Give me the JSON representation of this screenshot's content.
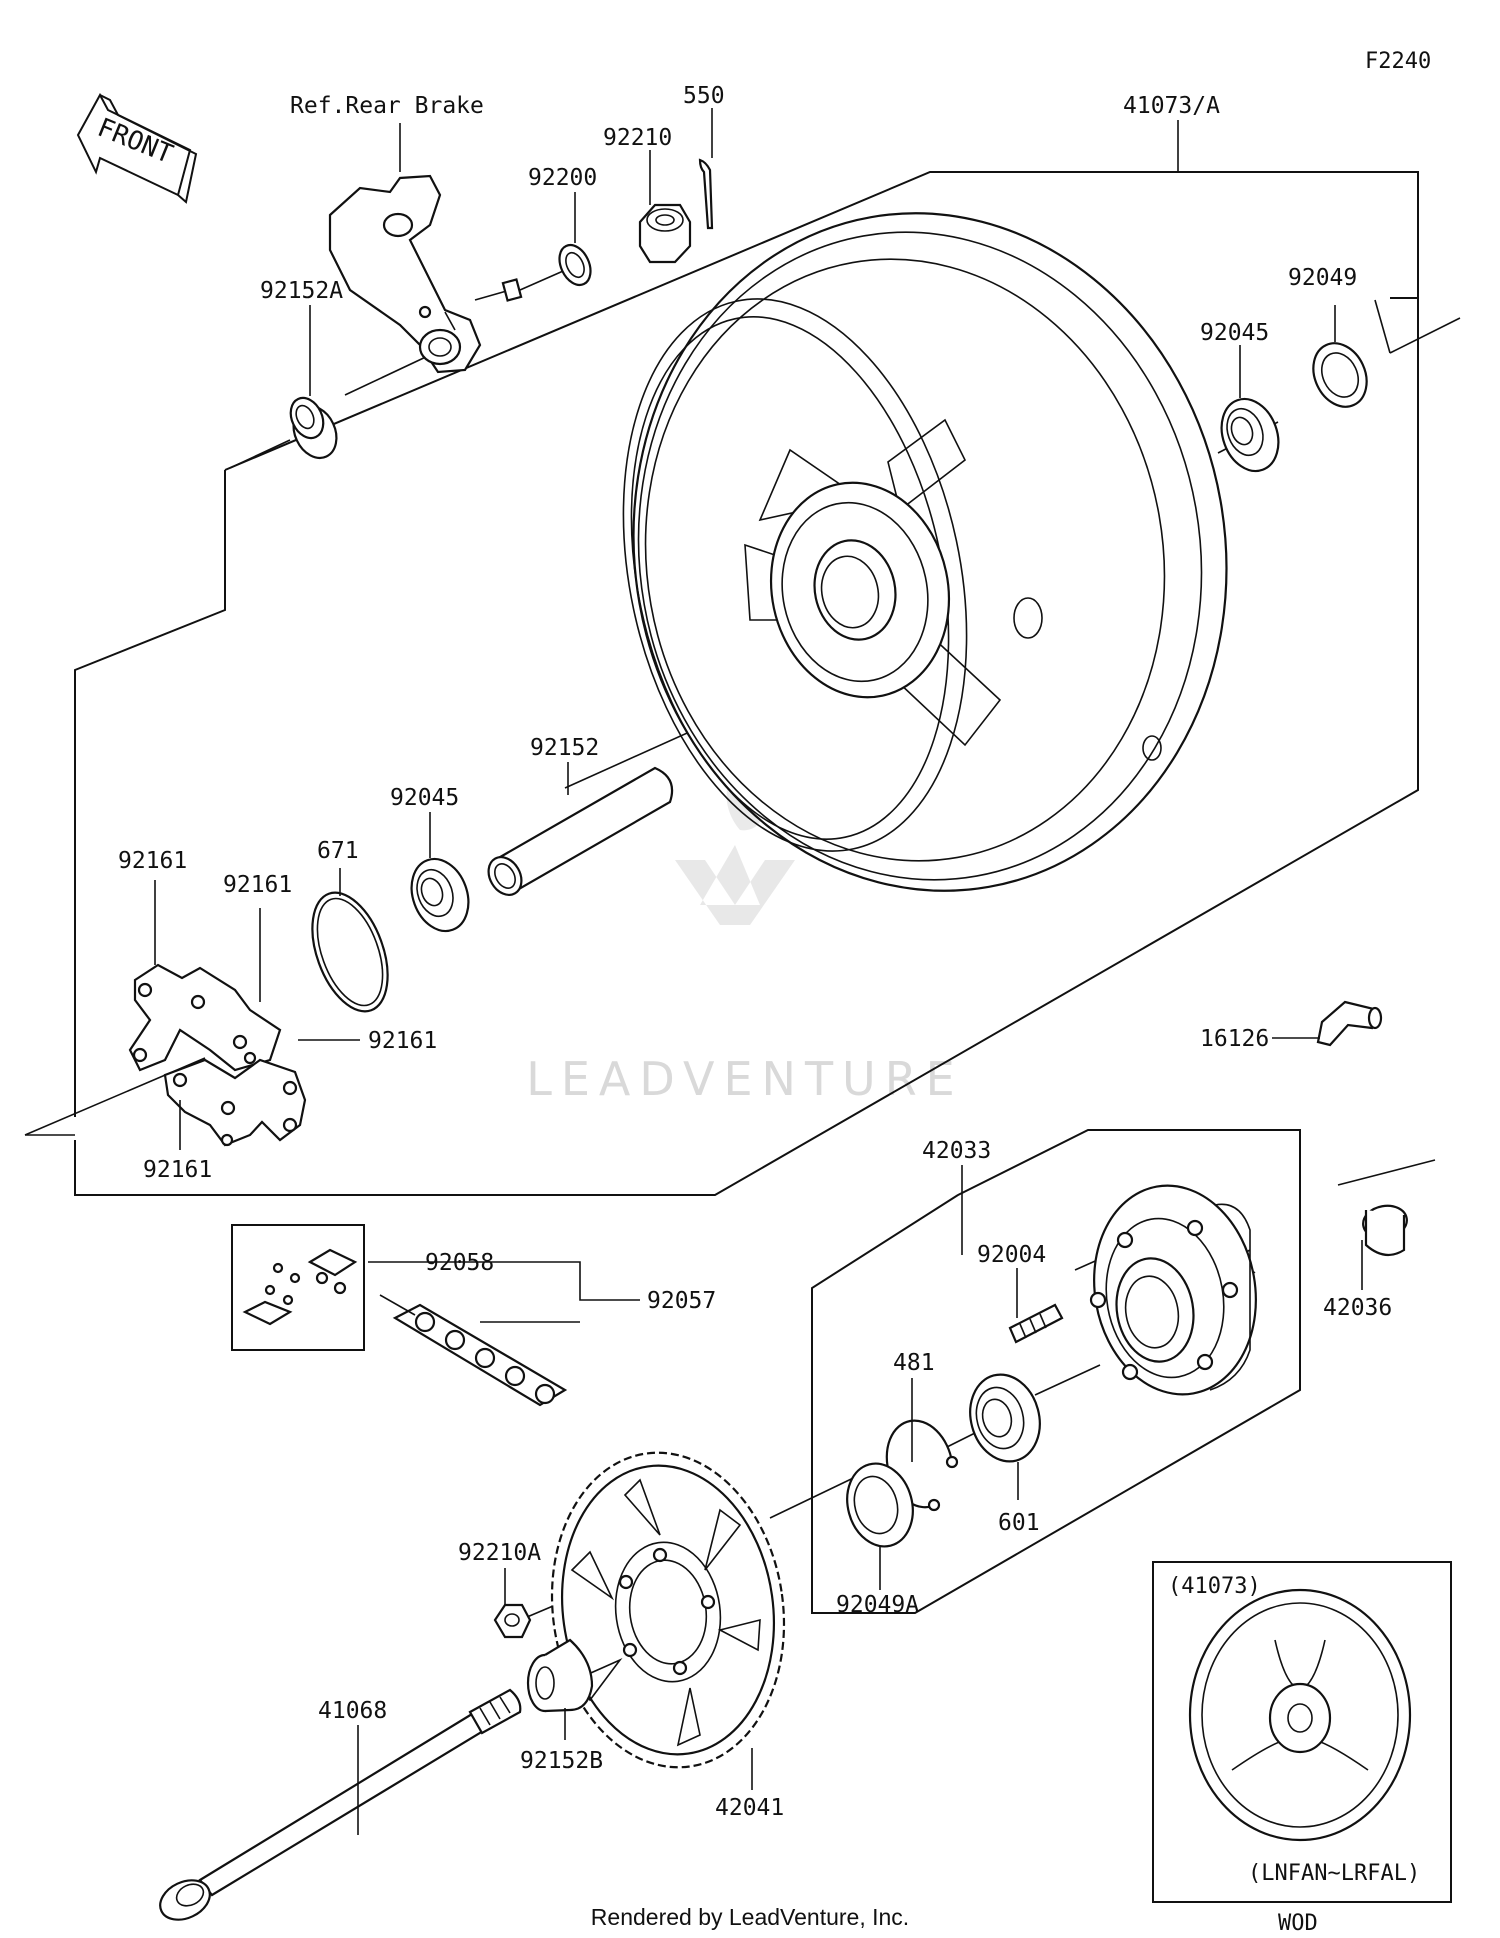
{
  "diagram": {
    "code": "F2240",
    "front_label": "FRONT",
    "ref_label": "Ref.Rear Brake",
    "footer": "Rendered by LeadVenture, Inc.",
    "watermark": "LEADVENTURE",
    "inset": {
      "title": "(41073)",
      "range": "(LNFAN~LRFAL)",
      "caption": "WOD"
    },
    "parts": [
      "550",
      "92210",
      "92200",
      "41073/A",
      "92152A",
      "92049",
      "92045",
      "92152",
      "92045",
      "92161",
      "92161",
      "671",
      "92161",
      "92161",
      "16126",
      "42033",
      "92058",
      "92057",
      "92004",
      "42036",
      "481",
      "601",
      "92210A",
      "92049A",
      "41068",
      "92152B",
      "42041"
    ]
  }
}
